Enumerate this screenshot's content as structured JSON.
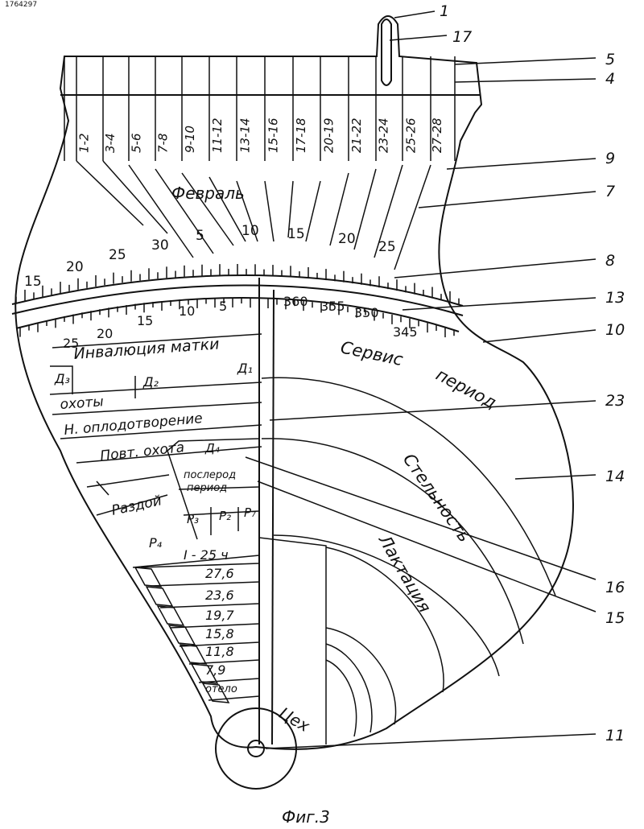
{
  "figure": {
    "corner_id": "1764297",
    "caption": "Фиг.3",
    "day_pairs": [
      "1-2",
      "3-4",
      "5-6",
      "7-8",
      "9-10",
      "11-12",
      "13-14",
      "15-16",
      "17-18",
      "20-19",
      "21-22",
      "23-24",
      "25-26",
      "27-28"
    ],
    "month": "Февраль",
    "outer_scale": [
      "15",
      "20",
      "25",
      "30",
      "5",
      "10",
      "15",
      "20",
      "25"
    ],
    "inner_scale": [
      "25",
      "20",
      "15",
      "10",
      "5",
      "360",
      "355",
      "350",
      "345"
    ],
    "row_labels": {
      "involution": "Инвалюция матки",
      "d3": "Д₃",
      "d2": "Д₂",
      "d1": "Д₁",
      "d4": "Д₄",
      "oestrus": "охоты",
      "insemination": "Н. оплодотворение",
      "repeat": "Повт. охота",
      "dry": "Раздой",
      "postpartum_line1": "послерод",
      "postpartum_line2": "период",
      "p3": "Р₃",
      "p2": "Р₂",
      "p7": "Р₇",
      "p4": "Р₄"
    },
    "zones": {
      "service": "Сервис",
      "period": "период",
      "pregnancy": "Стельность",
      "lactation": "Лактация",
      "shop": "Цех"
    },
    "steps": [
      "I - 25 ч",
      "27,6",
      "23,6",
      "19,7",
      "15,8",
      "11,8",
      "7,9",
      "отело"
    ],
    "callouts": [
      "1",
      "17",
      "5",
      "4",
      "9",
      "7",
      "8",
      "13",
      "10",
      "23",
      "14",
      "16",
      "15",
      "11"
    ]
  }
}
